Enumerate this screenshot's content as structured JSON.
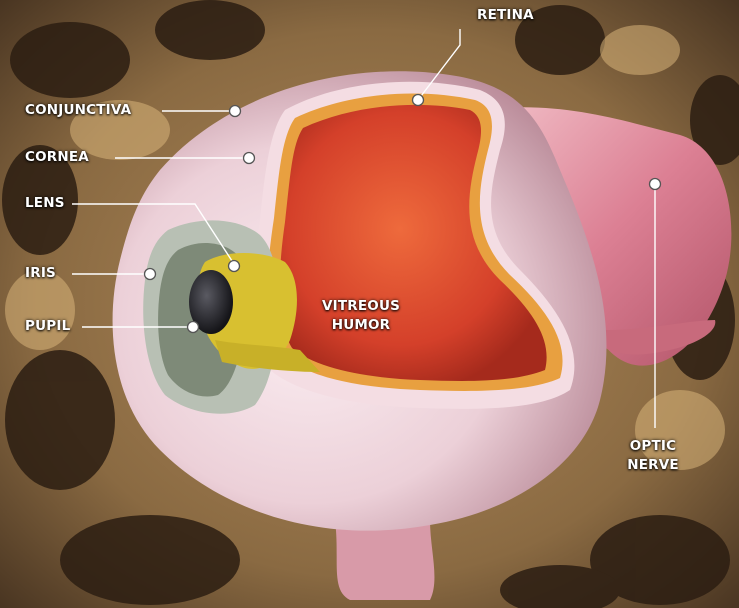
{
  "labels": {
    "retina": "RETINA",
    "conjunctiva": "CONJUNCTIVA",
    "cornea": "CORNEA",
    "lens": "LENS",
    "iris": "IRIS",
    "pupil": "PUPIL",
    "vitreous_humor_line1": "VITREOUS",
    "vitreous_humor_line2": "HUMOR",
    "optic_nerve_line1": "OPTIC",
    "optic_nerve_line2": "NERVE"
  },
  "colors": {
    "sclera": "#efd3da",
    "vitreous": "#d8452a",
    "retina_layer": "#e8a040",
    "lens_yellow": "#d8c030",
    "optic_nerve": "#d87a8c",
    "leader_line": "#ffffff"
  }
}
